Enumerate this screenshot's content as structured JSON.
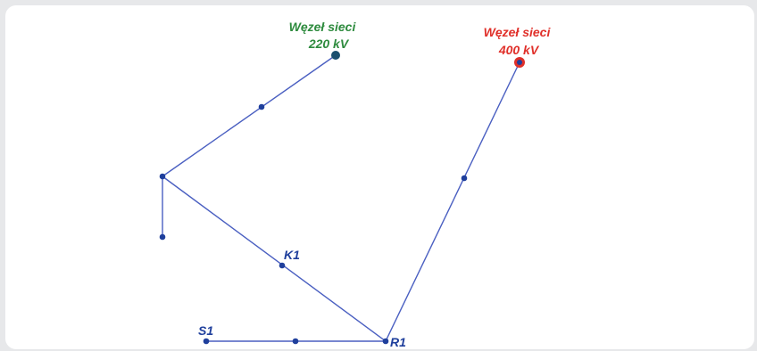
{
  "diagram": {
    "line_color": "#4a5fc1",
    "node_color": "#1f3f9c",
    "nodes": {
      "n220": {
        "label_lines": [
          "Węzeł sieci",
          "220 kV"
        ],
        "label_color": "#2e8b3e",
        "kind": "grid220"
      },
      "n400": {
        "label_lines": [
          "Węzeł sieci",
          "400 kV"
        ],
        "label_color": "#e0302a",
        "kind": "grid400"
      },
      "K1": {
        "label": "K1"
      },
      "R1": {
        "label": "R1"
      },
      "S1": {
        "label": "S1"
      }
    }
  }
}
